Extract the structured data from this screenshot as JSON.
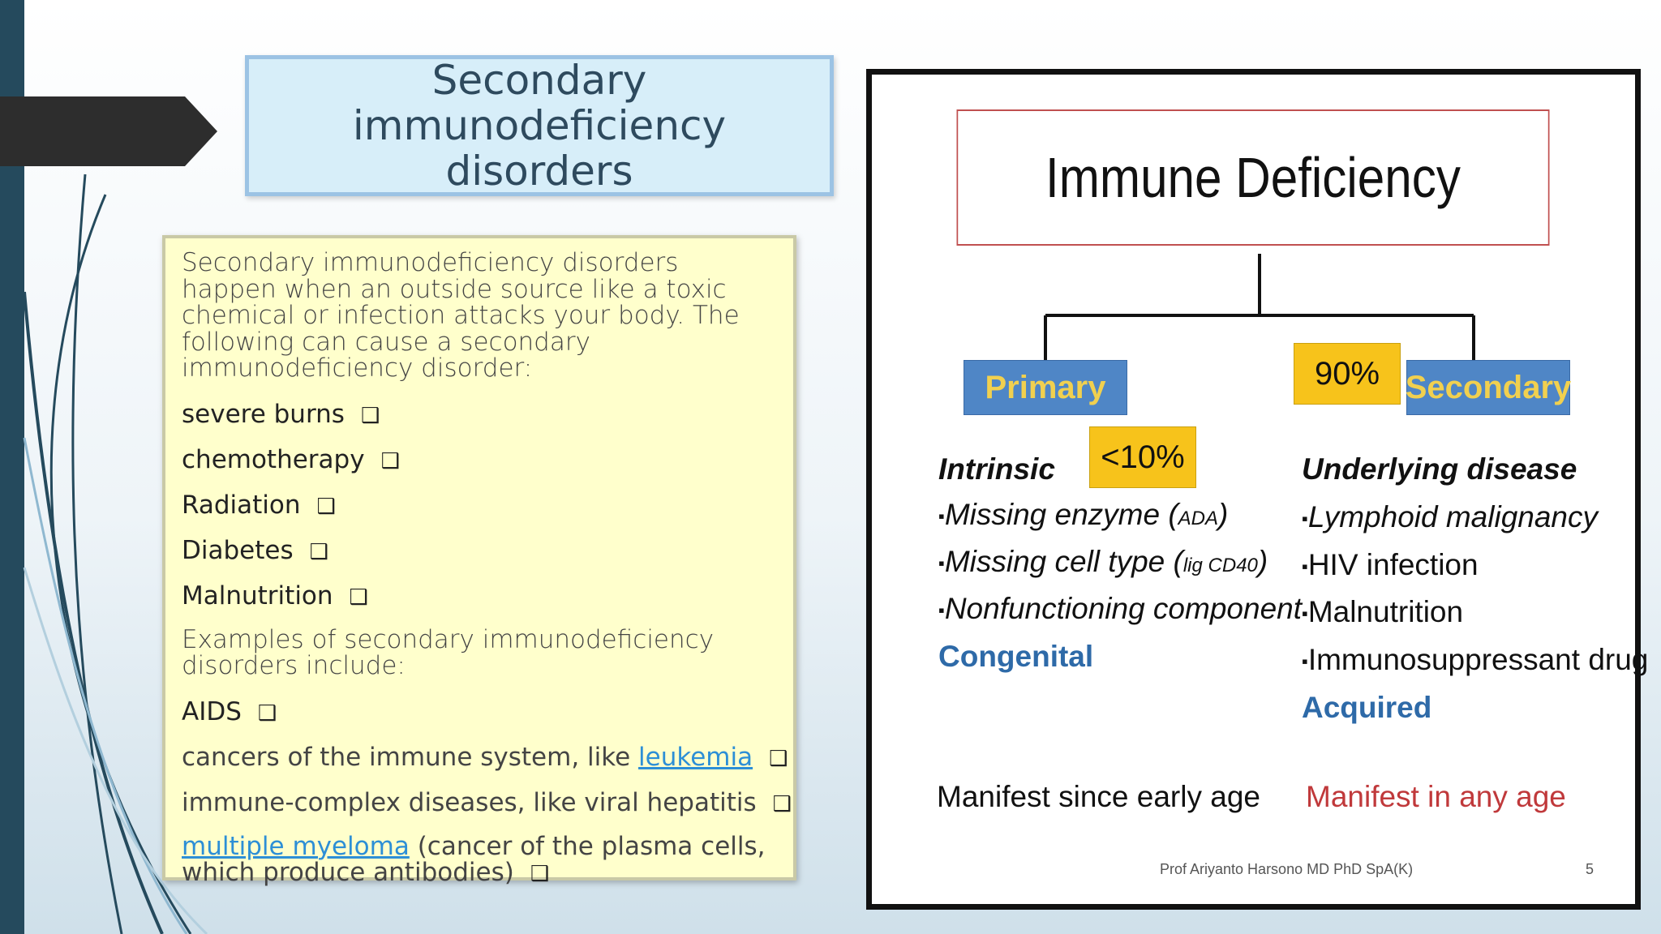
{
  "slide": {
    "title_line1": "Secondary immunodeficiency",
    "title_line2": "disorders",
    "intro": "Secondary immunodeficiency disorders happen when an outside source like a toxic chemical or infection attacks your body. The following can cause a secondary immunodeficiency disorder:",
    "causes": [
      "severe burns",
      "chemotherapy",
      "Radiation",
      "Diabetes",
      "Malnutrition"
    ],
    "examples_intro": "Examples of secondary immunodeficiency disorders include:",
    "example_aids": "AIDS",
    "example_cancers_prefix": "cancers of the immune system, like ",
    "example_cancers_link": "leukemia",
    "example_immune_complex": "immune-complex diseases, like viral hepatitis",
    "example_myeloma_link": "multiple myeloma",
    "example_myeloma_rest": " (cancer of the plasma cells, which produce antibodies)",
    "checkbox_glyph": "❑"
  },
  "diagram": {
    "title": "Immune Deficiency",
    "primary_label": "Primary",
    "secondary_label": "Secondary",
    "primary_pct": "<10%",
    "secondary_pct": "90%",
    "left_heading": "Intrinsic",
    "left_items": [
      {
        "text": "Missing enzyme (",
        "small": "ADA",
        "close": ")"
      },
      {
        "text": "Missing cell type (",
        "small": "lig CD40",
        "close": ")"
      },
      {
        "text": "Nonfunctioning component",
        "small": "",
        "close": ""
      }
    ],
    "left_category": "Congenital",
    "right_heading": "Underlying disease",
    "right_items": [
      "Lymphoid malignancy",
      "HIV infection",
      "Malnutrition",
      "Immunosuppressant drug"
    ],
    "right_category": "Acquired",
    "left_footer": "Manifest since early age",
    "right_footer": "Manifest in any age",
    "credit": "Prof Ariyanto Harsono MD PhD SpA(K)",
    "page_number": "5",
    "bullet_glyph": "▪"
  },
  "colors": {
    "sidebar": "#254a5d",
    "title_fill": "#d7eef9",
    "content_fill": "#ffffcc",
    "box_blue": "#4f86c6",
    "box_text_yellow": "#f1d04f",
    "box_gold": "#f7c31b",
    "category_blue": "#2e6aa8",
    "footer_red": "#c0393b"
  }
}
